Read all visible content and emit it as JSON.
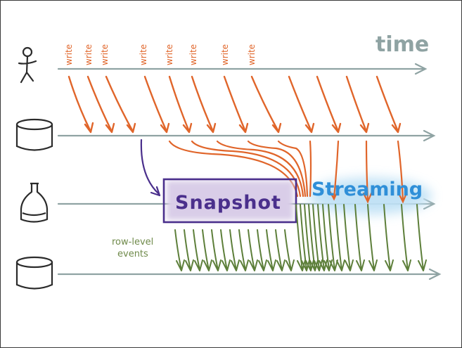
{
  "labels": {
    "time": "time",
    "write": "write",
    "snapshot": "Snapshot",
    "streaming": "Streaming",
    "row_level_1": "row-level",
    "row_level_2": "events"
  },
  "colors": {
    "write": "#e0652a",
    "snapshot": "#4a2f8c",
    "snapshot_fill": "#d9cde8",
    "streaming": "#2f8fd8",
    "streaming_glow": "#bfe1f5",
    "events": "#5d7f3a",
    "timeline": "#8fa3a3",
    "ink": "#2b2b2b"
  },
  "icons": [
    "person-icon",
    "database-icon",
    "bottle-icon",
    "database-icon"
  ]
}
